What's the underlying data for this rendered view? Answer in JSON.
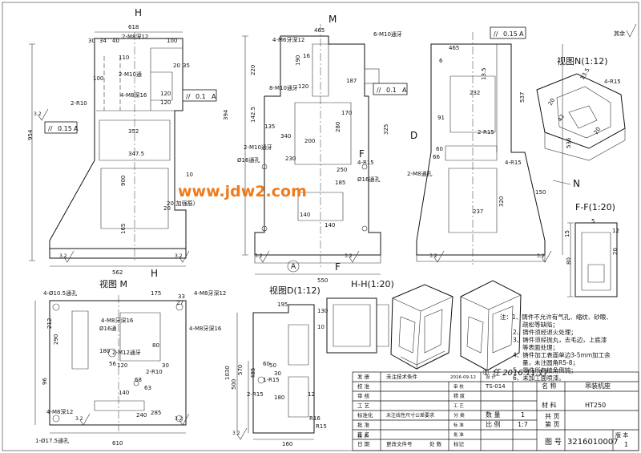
{
  "dims": {
    "front": [
      "618",
      "30",
      "34",
      "40",
      "100",
      "110",
      "100",
      "120",
      "120",
      "35",
      "20",
      "352",
      "347.5",
      "10",
      "900",
      "20",
      "165",
      "562",
      "954"
    ],
    "side": [
      "465",
      "190",
      "16",
      "120",
      "220",
      "187",
      "170",
      "340",
      "200",
      "135",
      "230",
      "280",
      "250",
      "185",
      "140",
      "140",
      "550",
      "394",
      "142.5",
      "325"
    ],
    "right": [
      "6",
      "465",
      "232",
      "13.5",
      "91",
      "537",
      "237",
      "320",
      "150",
      "536",
      "60",
      "66"
    ]
  },
  "callouts": {
    "front": [
      "2-M8深12",
      "2-M10通",
      "4-M8深16",
      "2-R10",
      "20(加强筋)"
    ],
    "side": [
      "4-M6牙深12",
      "6-M10通牙",
      "8-M10通牙",
      "2-M10通牙",
      "Ø16通孔",
      "4-R15",
      "Ø16通孔"
    ],
    "right": [
      "2-R15",
      "4-R15",
      "2-M8通孔"
    ]
  },
  "tolerances": {
    "front_top": [
      "0.1",
      "A"
    ],
    "front_left": [
      "0.15",
      "A"
    ],
    "side": [
      "0.1",
      "A"
    ],
    "right_top": [
      "0.15",
      "A"
    ]
  },
  "section_marks": {
    "h_top": "H",
    "h_bottom": "H",
    "f_top": "F",
    "f_bottom": "F",
    "m": "M",
    "d": "D",
    "n": "N",
    "datum_a": "A"
  },
  "surface_roughness": [
    "3.2",
    "3.2",
    "3.2",
    "3.2",
    "3.2",
    "3.2",
    "3.2",
    "3.2",
    "3.2",
    "3.2"
  ],
  "roughness_other": "其余",
  "view_labels": {
    "view_n": "视图N(1:12)",
    "section_ff": "F-F(1:20)",
    "view_m": "视图 M",
    "view_d": "视图D(1:12)",
    "section_hh": "H-H(1:20)"
  },
  "view_n_dims": [
    "4-R15",
    "20",
    "42",
    "13.5",
    "20"
  ],
  "section_ff_dims": [
    "15",
    "5",
    "80",
    "12",
    "20"
  ],
  "view_m_dims": [
    "4-Ø10.5通孔",
    "175",
    "33",
    "27",
    "4-M8牙深12",
    "Ø16通",
    "4-M8牙深16",
    "2-M12通牙",
    "2-R10",
    "4-M8深12",
    "1-Ø17.5通孔",
    "212",
    "290",
    "180",
    "120",
    "30",
    "80",
    "96",
    "140",
    "240",
    "285",
    "610",
    "56",
    "68",
    "63"
  ],
  "view_d_dims": [
    "195",
    "4-M8牙深16",
    "130",
    "10",
    "1-R15",
    "R15",
    "60",
    "570",
    "500",
    "2-R15",
    "180",
    "12",
    "R16",
    "160",
    "485",
    "1030",
    "50",
    "30"
  ],
  "notes": [
    "注：1、铸件不允许有气孔、缩纹、砂眼、",
    "疏松等缺陷；",
    "2、铸件须经退火处理；",
    "3、铸件须经抛丸，去毛边，上底漆",
    "等表面处理；",
    "4、铸件加工表面单边3-5mm加工余",
    "量，未注圆角R5-8；",
    "5、零件所有棱角倒钝；",
    "6、未加工面喷漆。"
  ],
  "signature": "① 任 2016.11.17",
  "title_block": {
    "labels": [
      "发 册",
      "未注技术条件",
      "校 准",
      "审 核",
      "工 艺",
      "标准化",
      "批 准",
      "签 名",
      "日 期",
      "更改文件号",
      "处 数",
      "标记"
    ],
    "tech_block": [
      "技 术",
      "未注线性尺寸公差要求",
      "精 度",
      "分 类"
    ],
    "part_name_label": "名 称",
    "part_name": "吊装机座",
    "material_label": "材 料",
    "material": "HT250",
    "quantity_label": "数 量",
    "quantity": "1",
    "scale_label": "比 例",
    "scale": "1:7",
    "drawing_no_label": "图 号",
    "drawing_no": "3216010007",
    "version_label": "版 本",
    "version": "1",
    "page_label": "共 页",
    "page": "第 页",
    "project_no": "TS-014",
    "small_cells": [
      "2016-09-12",
      "设 计",
      "审 核",
      "工 艺",
      "标 准",
      "批 准"
    ]
  },
  "watermark": "www.jdw2.com",
  "colors": {
    "line": "#111111",
    "watermark": "#f07a1a",
    "paper": "#ffffff"
  }
}
